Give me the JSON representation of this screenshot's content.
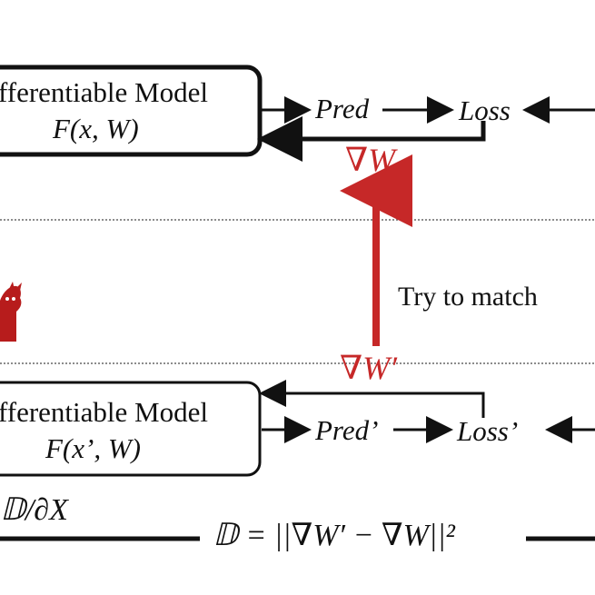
{
  "colors": {
    "ink": "#111111",
    "accent_red": "#c62828",
    "divider": "#555555"
  },
  "top_block": {
    "model_line1": "fferentiable Model",
    "model_line2": "F(x, W)",
    "pred": "Pred",
    "loss": "Loss",
    "grad": "∇W"
  },
  "bottom_block": {
    "model_line1": "fferentiable Model",
    "model_line2": "F(x’, W)",
    "pred": "Pred’",
    "loss": "Loss’",
    "grad": "∇W′"
  },
  "match_label": "Try to match",
  "bottom_equation": "𝔻 = ||∇W′ − ∇W||²",
  "bottom_left_partial": "𝔻/∂X",
  "icons": {
    "red_devil": "red-devil-icon"
  }
}
